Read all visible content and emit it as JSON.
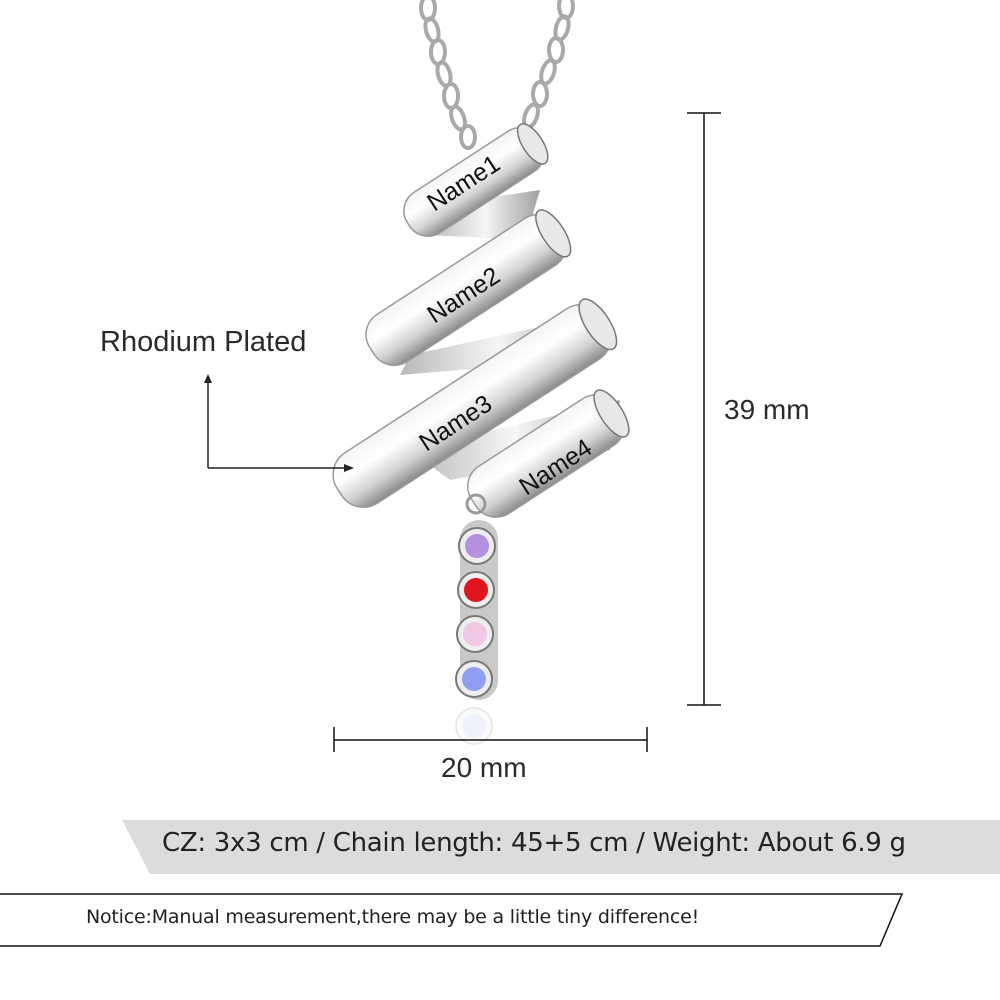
{
  "product": {
    "pendant_names": [
      "Name1",
      "Name2",
      "Name3",
      "Name4"
    ],
    "birthstones": [
      {
        "name": "purple-stone",
        "color": "#b590e0"
      },
      {
        "name": "red-stone",
        "color": "#e0141e"
      },
      {
        "name": "pink-stone",
        "color": "#f0c8e6"
      },
      {
        "name": "blue-stone",
        "color": "#8f9ef0"
      }
    ]
  },
  "annotations": {
    "material_label": "Rhodium Plated",
    "height_label": "39 mm",
    "width_label": "20 mm"
  },
  "specs": {
    "text": "CZ: 3x3 cm / Chain length: 45+5 cm / Weight: About 6.9 g",
    "banner_color": "#dcdcdc"
  },
  "notice": {
    "text": "Notice:Manual measurement,there may be a little tiny difference!"
  }
}
